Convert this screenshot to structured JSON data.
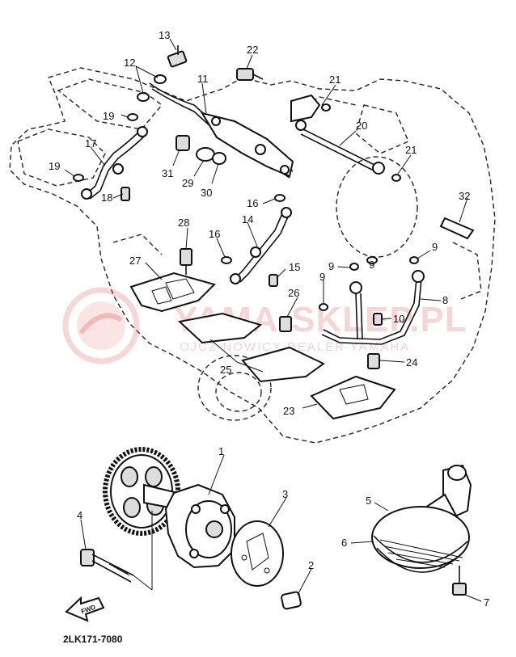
{
  "diagram": {
    "callouts": [
      "1",
      "2",
      "3",
      "4",
      "5",
      "6",
      "7",
      "8",
      "9",
      "9",
      "9",
      "9",
      "10",
      "11",
      "12",
      "13",
      "14",
      "15",
      "16",
      "16",
      "17",
      "18",
      "19",
      "19",
      "20",
      "21",
      "21",
      "22",
      "23",
      "24",
      "25",
      "26",
      "27",
      "28",
      "29",
      "30",
      "31",
      "32"
    ],
    "drawing_code": "2LK171-7080",
    "forward_arrow_label": "FWD",
    "watermark": {
      "main": "YAMA-SKLEP.PL",
      "sub": "OJCZ   NOWICY   DEALER   YAMAHA"
    }
  }
}
